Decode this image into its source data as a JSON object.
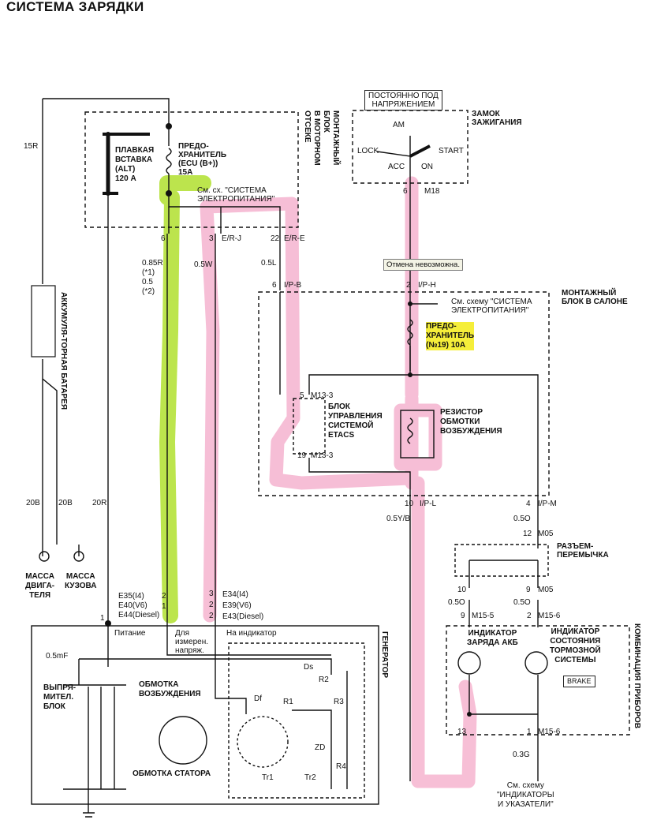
{
  "title": "СИСТЕМА ЗАРЯДКИ",
  "power_box": {
    "label_top": "ПОСТОЯННО ПОД",
    "label_bottom": "НАПРЯЖЕНИЕМ"
  },
  "ignition": {
    "title_1": "ЗАМОК",
    "title_2": "ЗАЖИГАНИЯ",
    "am": "AM",
    "lock": "LOCK",
    "acc": "ACC",
    "on": "ON",
    "start": "START",
    "pin": "6",
    "connector": "M18"
  },
  "engine_box": {
    "title_1": "МОНТАЖНЫЙ",
    "title_2": "БЛОК",
    "title_3": "В МОТОРНОМ",
    "title_4": "ОТСЕКЕ",
    "fusible_1": "ПЛАВКАЯ",
    "fusible_2": "ВСТАВКА",
    "fusible_3": "(ALT)",
    "fusible_4": "120 А",
    "fuse_1": "ПРЕДО-",
    "fuse_2": "ХРАНИТЕЛЬ",
    "fuse_3": "(ECU (B+))",
    "fuse_4": "15A",
    "ref_1": "См. сх. \"СИСТЕМА",
    "ref_2": "ЭЛЕКТРОПИТАНИЯ\""
  },
  "wires": {
    "w15r": "15R",
    "pin6": "6",
    "pin3": "3",
    "erj": "E/R-J",
    "pin22": "22",
    "ere": "E/R-E",
    "w085r": "0.85R",
    "star1": "(*1)",
    "w05": "0.5",
    "star2": "(*2)",
    "w05w": "0.5W",
    "w05l": "0.5L",
    "pin6b": "6",
    "ipb": "I/P-B",
    "pin2h": "2",
    "iph": "I/P-H",
    "w20b_1": "20B",
    "w20b_2": "20B",
    "w20r": "20R",
    "pin10": "10",
    "ipl": "I/P-L",
    "w05yb": "0.5Y/B",
    "pin4": "4",
    "ipm": "I/P-M",
    "w05o_1": "0.5O",
    "pin12": "12",
    "m05_1": "M05",
    "pin10b": "10",
    "pin9": "9",
    "m05_2": "M05",
    "w05o_2": "0.5O",
    "w05o_3": "0.5O",
    "pin9b": "9",
    "m155": "M15-5",
    "pin2b": "2",
    "m156": "M15-6",
    "pin13": "13",
    "pin1b": "1",
    "m156b": "M15-6",
    "w03g": "0.3G"
  },
  "tooltip": "Отмена невозможна.",
  "battery": "АККУМУЛЯ-ТОРНАЯ БАТАРЕЯ",
  "grounds": {
    "g1_1": "МАССА",
    "g1_2": "ДВИГА-",
    "g1_3": "ТЕЛЯ",
    "g2_1": "МАССА",
    "g2_2": "КУЗОВА"
  },
  "cabin_box": {
    "title_1": "МОНТАЖНЫЙ",
    "title_2": "БЛОК В САЛОНЕ",
    "ref_1": "См. схему \"СИСТЕМА",
    "ref_2": "ЭЛЕКТРОПИТАНИЯ\"",
    "fuse_1": "ПРЕДО-",
    "fuse_2": "ХРАНИТЕЛЬ",
    "fuse_3": "(№19) 10А",
    "etacs_pin5": "5",
    "etacs_m1": "M13-3",
    "etacs_1": "БЛОК",
    "etacs_2": "УПРАВЛЕНИЯ",
    "etacs_3": "СИСТЕМОЙ",
    "etacs_4": "ETACS",
    "etacs_pin19": "19",
    "etacs_m2": "M13-3",
    "res_1": "РЕЗИСТОР",
    "res_2": "ОБМОТКИ",
    "res_3": "ВОЗБУЖДЕНИЯ"
  },
  "jumper": {
    "title_1": "РАЗЪЕМ-",
    "title_2": "ПЕРЕМЫЧКА"
  },
  "cluster": {
    "side": "КОМБИНАЦИЯ ПРИБОРОВ",
    "ind_1": "ИНДИКАТОР",
    "ind_2": "ЗАРЯДА АКБ",
    "brk_1": "ИНДИКАТОР",
    "brk_2": "СОСТОЯНИЯ",
    "brk_3": "ТОРМОЗНОЙ",
    "brk_4": "СИСТЕМЫ",
    "brake": "BRAKE",
    "ref_1": "См. схему",
    "ref_2": "\"ИНДИКАТОРЫ",
    "ref_3": "И УКАЗАТЕЛИ\""
  },
  "generator": {
    "side": "ГЕНЕРАТОР",
    "e35": "E35(I4)",
    "e40": "E40(V6)",
    "e44": "E44(Diesel)",
    "pin2a": "2",
    "pin1a": "1",
    "pin1c": "1",
    "e34": "E34(I4)",
    "e39": "E39(V6)",
    "e43": "E43(Diesel)",
    "pin3c": "3",
    "pin2c": "2",
    "pin2d": "2",
    "power": "Питание",
    "meas_1": "Для",
    "meas_2": "измерен.",
    "meas_3": "напряж.",
    "indicator": "На индикатор",
    "cap": "0.5mF",
    "ds": "Ds",
    "r2": "R2",
    "df": "Df",
    "r1": "R1",
    "r3": "R3",
    "zd": "ZD",
    "r4": "R4",
    "tr1": "Tr1",
    "tr2": "Tr2",
    "rect_1": "ВЫПРЯ-",
    "rect_2": "МИТЕЛ.",
    "rect_3": "БЛОК",
    "field_1": "ОБМОТКА",
    "field_2": "ВОЗБУЖДЕНИЯ",
    "stator": "ОБМОТКА СТАТОРА"
  }
}
